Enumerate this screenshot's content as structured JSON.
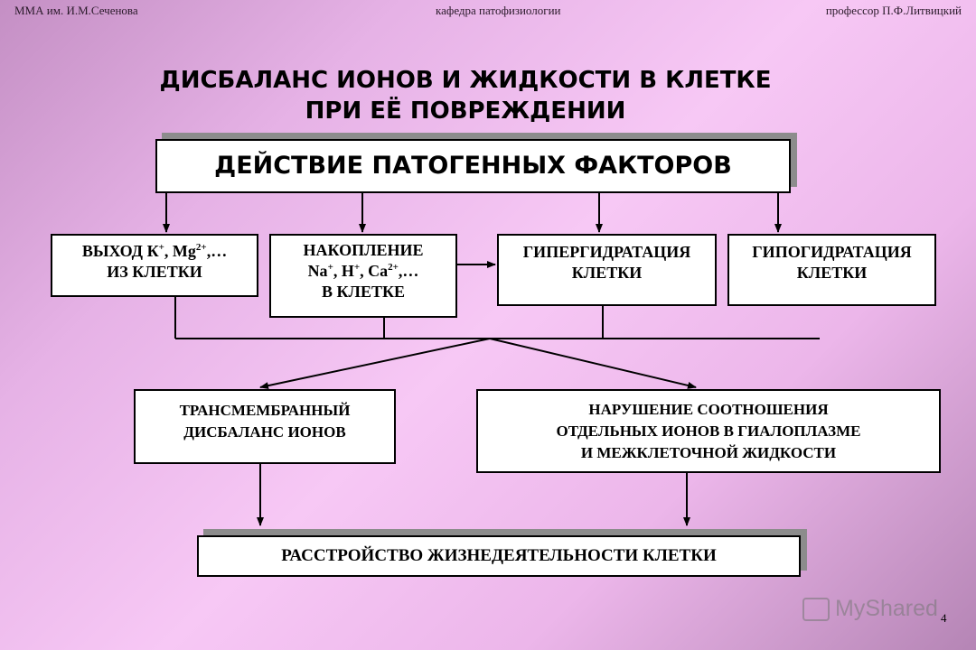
{
  "header": {
    "left": "ММА им. И.М.Сеченова",
    "center": "кафедра патофизиологии",
    "right": "профессор П.Ф.Литвицкий"
  },
  "title": {
    "line1": "ДИСБАЛАНС ИОНОВ И ЖИДКОСТИ В КЛЕТКЕ",
    "line2": "ПРИ ЕЁ ПОВРЕЖДЕНИИ"
  },
  "boxes": {
    "main": "ДЕЙСТВИЕ ПАТОГЕННЫХ ФАКТОРОВ",
    "efflux": {
      "p1": "ВЫХОД К",
      "sup1": "+",
      "p2": ", Mg",
      "sup2": "2+",
      "p3": ",…",
      "line2": "ИЗ КЛЕТКИ"
    },
    "accum": {
      "line1": "НАКОПЛЕНИЕ",
      "p1": "Na",
      "sup1": "+",
      "p2": ", H",
      "sup2": "+",
      "p3": ", Ca",
      "sup3": "2+",
      "p4": ",…",
      "line3": "В КЛЕТКЕ"
    },
    "hyper": {
      "line1": "ГИПЕРГИДРАТАЦИЯ",
      "line2": "КЛЕТКИ"
    },
    "hypo": {
      "line1": "ГИПОГИДРАТАЦИЯ",
      "line2": "КЛЕТКИ"
    },
    "trans": {
      "line1": "ТРАНСМЕМБРАННЫЙ",
      "line2": "ДИСБАЛАНС ИОНОВ"
    },
    "ratio": {
      "line1": "НАРУШЕНИЕ СООТНОШЕНИЯ",
      "line2": "ОТДЕЛЬНЫХ ИОНОВ В ГИАЛОПЛАЗМЕ",
      "line3": "И МЕЖКЛЕТОЧНОЙ ЖИДКОСТИ"
    },
    "final": "РАССТРОЙСТВО ЖИЗНЕДЕЯТЕЛЬНОСТИ КЛЕТКИ"
  },
  "watermark": {
    "text": "MyShared",
    "icon": "myshared-logo-icon"
  },
  "page_number": "4"
}
